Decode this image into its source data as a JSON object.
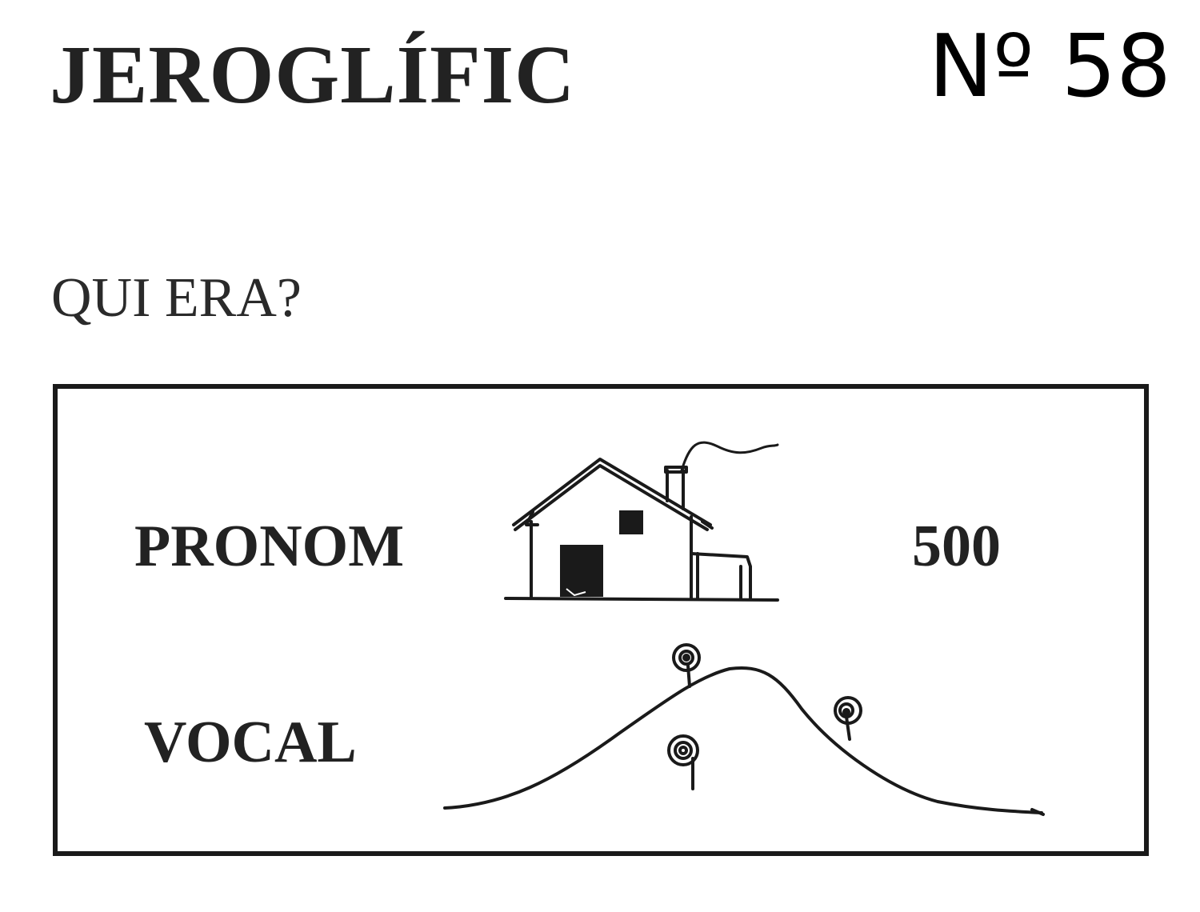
{
  "header": {
    "title": "JEROGLÍFIC",
    "number": "Nº 58"
  },
  "question": "QUI ERA?",
  "puzzle": {
    "pronoun_label": "PRONOM",
    "number_label": "500",
    "vocal_label": "VOCAL",
    "icons": [
      "house-icon",
      "hill-with-trees-icon"
    ]
  }
}
